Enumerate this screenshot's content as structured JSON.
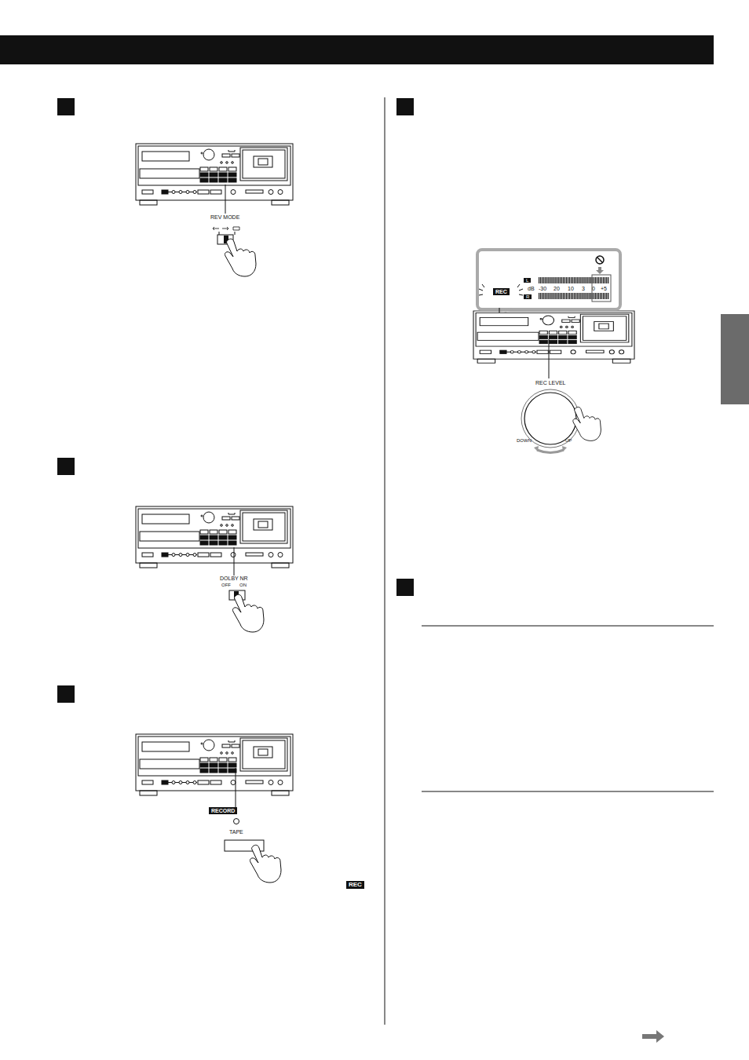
{
  "diagram": {
    "labels": [
      "REV MODE",
      "DOLBY NR",
      "OFF",
      "ON",
      "RECORD",
      "TAPE",
      "REC",
      "L",
      "dB",
      "-30",
      "20",
      "10",
      "3",
      "0",
      "+5",
      "R",
      "REC",
      "REC LEVEL",
      "DOWN",
      "UP"
    ]
  }
}
